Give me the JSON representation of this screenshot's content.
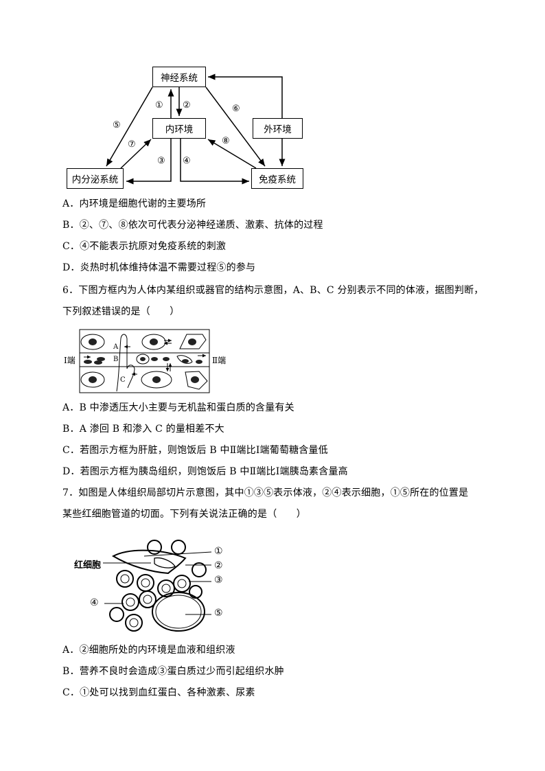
{
  "diagram1": {
    "boxes": {
      "nervous": "神经系统",
      "internal": "内环境",
      "external": "外环境",
      "endocrine": "内分泌系统",
      "immune": "免疫系统"
    },
    "labels": [
      "①",
      "②",
      "③",
      "④",
      "⑤",
      "⑥",
      "⑦",
      "⑧"
    ]
  },
  "q5": {
    "options": [
      "A．内环境是细胞代谢的主要场所",
      "B．②、⑦、⑧依次可代表分泌神经递质、激素、抗体的过程",
      "C．④不能表示抗原对免疫系统的刺激",
      "D．炎热时机体维持体温不需要过程⑤的参与"
    ]
  },
  "q6": {
    "stem_line1": "6．下图方框内为人体内某组织或器官的结构示意图，A、B、C 分别表示不同的体液，据图判断，",
    "stem_line2": "下列叙述错误的是（　　）",
    "figure": {
      "left_end": "Ⅰ端",
      "right_end": "Ⅱ端",
      "label_a": "A",
      "label_b": "B",
      "label_c": "C"
    },
    "options": [
      "A．B 中渗透压大小主要与无机盐和蛋白质的含量有关",
      "B．A 渗回 B 和渗入 C 的量相差不大",
      "C．若图示方框为肝脏，则饱饭后 B 中Ⅱ端比Ⅰ端葡萄糖含量低",
      "D．若图示方框为胰岛组织，则饱饭后 B 中Ⅱ端比Ⅰ端胰岛素含量高"
    ]
  },
  "q7": {
    "stem_line1": "7．如图是人体组织局部切片示意图，其中①③⑤表示体液，②④表示细胞，①⑤所在的位置是",
    "stem_line2": "某些红细胞管道的切面。下列有关说法正确的是（　　）",
    "figure": {
      "rbc_label": "红细胞",
      "marks": [
        "①",
        "②",
        "③",
        "④",
        "⑤"
      ]
    },
    "options": [
      "A．②细胞所处的内环境是血液和组织液",
      "B．营养不良时会造成③蛋白质过少而引起组织水肿",
      "C．①处可以找到血红蛋白、各种激素、尿素"
    ]
  }
}
